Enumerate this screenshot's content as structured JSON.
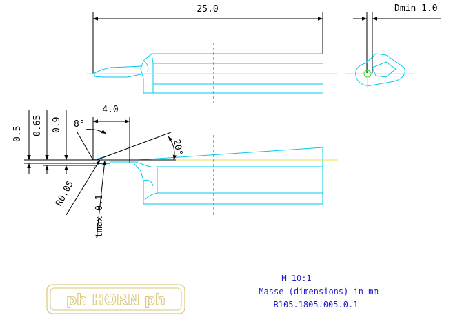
{
  "dimensions": {
    "overall_length": "25.0",
    "d_min": "Dmin 1.0",
    "groove_length": "4.0",
    "d_05": "0.5",
    "d_065": "0.65",
    "d_09": "0.9",
    "angle_8": "8°",
    "angle_20": "20°",
    "radius": "R0.05",
    "t_max": "tmax 0.1"
  },
  "title_block": {
    "scale": "M 10:1",
    "units_note": "Masse (dimensions) in mm",
    "part_number": "R105.1805.005.0.1"
  },
  "logo": {
    "text": "ph HORN ph"
  },
  "colors": {
    "outline": "#00ccee",
    "centerline": "#e8e04a",
    "section_line": "#ff3030",
    "dimension": "#000000",
    "label_text": "#1a1ad0",
    "logo": "#d8c77a"
  }
}
